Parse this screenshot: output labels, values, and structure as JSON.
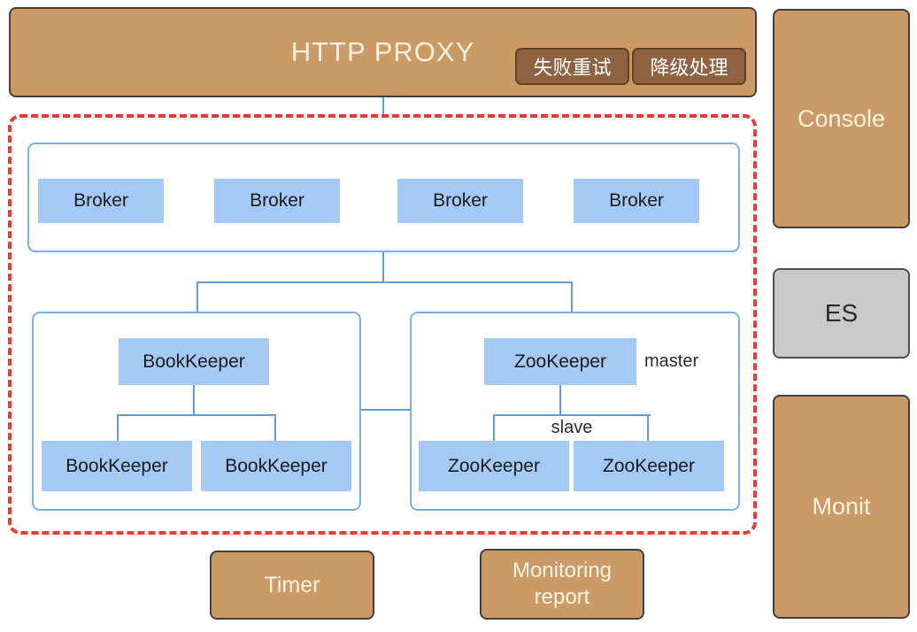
{
  "diagram": {
    "proxy": {
      "title": "HTTP PROXY",
      "badge_retry": "失败重试",
      "badge_degrade": "降级处理"
    },
    "brokers": [
      "Broker",
      "Broker",
      "Broker",
      "Broker"
    ],
    "bookkeeper": {
      "parent": "BookKeeper",
      "child_left": "BookKeeper",
      "child_right": "BookKeeper"
    },
    "zookeeper": {
      "parent": "ZooKeeper",
      "master_label": "master",
      "slave_label": "slave",
      "child_left": "ZooKeeper",
      "child_right": "ZooKeeper"
    },
    "sidebar": {
      "console": "Console",
      "es": "ES",
      "monit": "Monit"
    },
    "bottom": {
      "timer": "Timer",
      "monitoring": "Monitoring report"
    }
  },
  "colors": {
    "brown_fill": "#cc9a66",
    "brown_border": "#404040",
    "badge_fill": "#8f6242",
    "badge_border": "#63421f",
    "blue_fill": "#a3c9f4",
    "blue_line": "#5f9edb",
    "blue_container_border": "#7ab0e8",
    "red_dashed": "#e93b32",
    "gray_fill": "#c9c9c9",
    "cream_text": "#faf4e0",
    "dark_text": "#1c1c1c"
  }
}
